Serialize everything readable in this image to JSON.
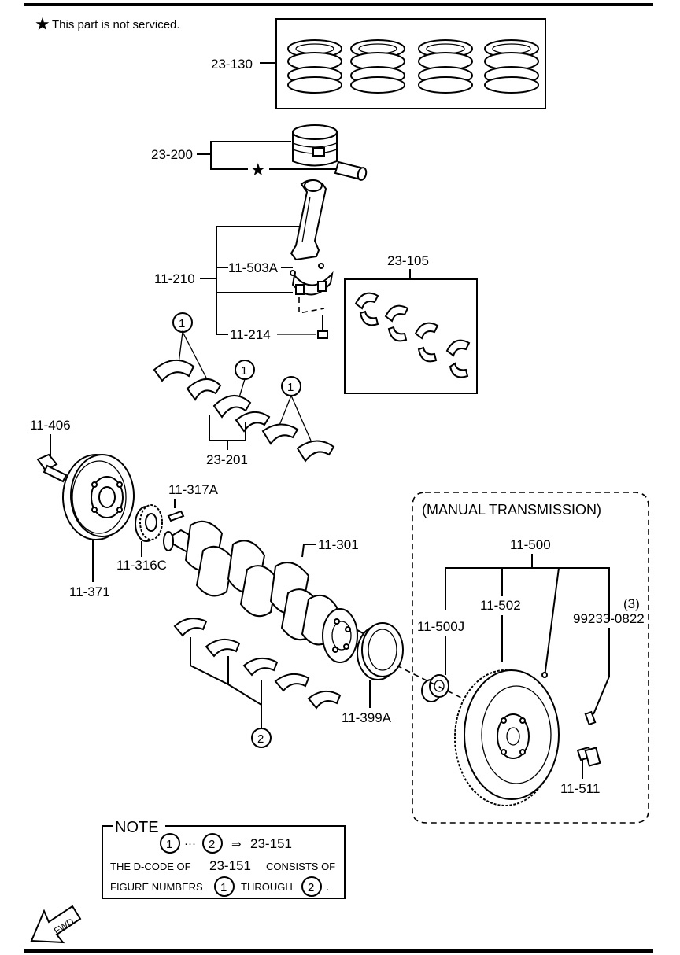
{
  "legend": {
    "star": "★",
    "text": "This part is not serviced."
  },
  "parts": {
    "p23_130": "23-130",
    "p23_200": "23-200",
    "p11_210": "11-210",
    "p11_503a": "11-503A",
    "p11_214": "11-214",
    "p23_105": "23-105",
    "p23_201": "23-201",
    "p11_406": "11-406",
    "p11_317a": "11-317A",
    "p11_316c": "11-316C",
    "p11_371": "11-371",
    "p11_301": "11-301",
    "p11_399a": "11-399A",
    "p11_500": "11-500",
    "p11_500j": "11-500J",
    "p11_502": "11-502",
    "p99233_qty": "(3)",
    "p99233": "99233-0822",
    "p11_511": "11-511"
  },
  "markers": {
    "one": "1",
    "two": "2",
    "star": "★"
  },
  "section": {
    "manual": "(MANUAL TRANSMISSION)"
  },
  "note": {
    "title": "NOTE",
    "range_sep": "···",
    "arrow": "⇒",
    "code": "23-151",
    "line2_a": "THE D-CODE OF",
    "line2_code": "23-151",
    "line2_b": "CONSISTS OF",
    "line3_a": "FIGURE NUMBERS",
    "line3_b": "THROUGH",
    "line3_end": "."
  },
  "fwd": "FWD"
}
